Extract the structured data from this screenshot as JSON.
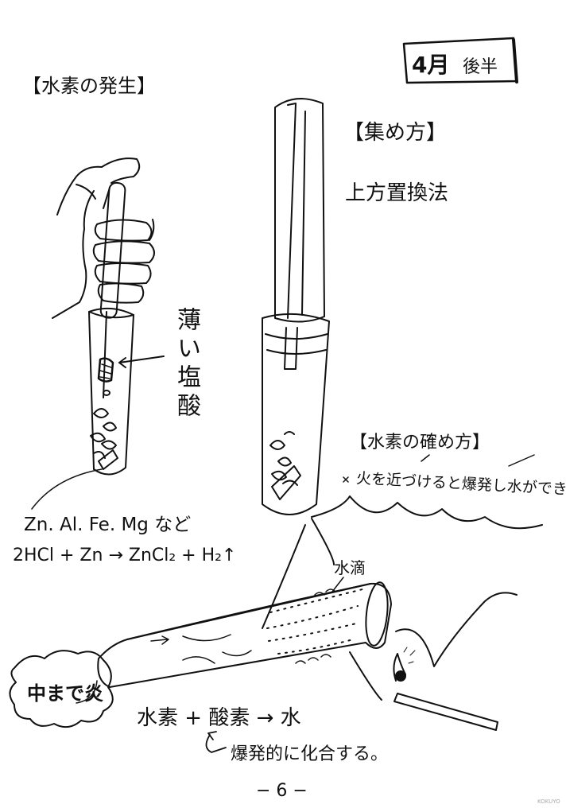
{
  "month_box": {
    "month": "4月",
    "half": "後半"
  },
  "section_generation": {
    "title": "【水素の発生】",
    "acid_label": "薄い塩酸"
  },
  "section_collection": {
    "title": "【集め方】",
    "method": "上方置換法"
  },
  "section_confirm": {
    "title": "【水素の確め方】",
    "note": "火を近づけると爆発し水ができる"
  },
  "metals": "Zn. Al. Fe. Mg など",
  "equation": "2HCl + Zn → ZnCl₂ + H₂↑",
  "water_drop_label": "水滴",
  "flame_note": "中まで炎",
  "reaction": {
    "formula": "水素 + 酸素 → 水",
    "description": "爆発的に化合する。"
  },
  "page_number": "− 6 −",
  "watermark": "KOKUYO"
}
